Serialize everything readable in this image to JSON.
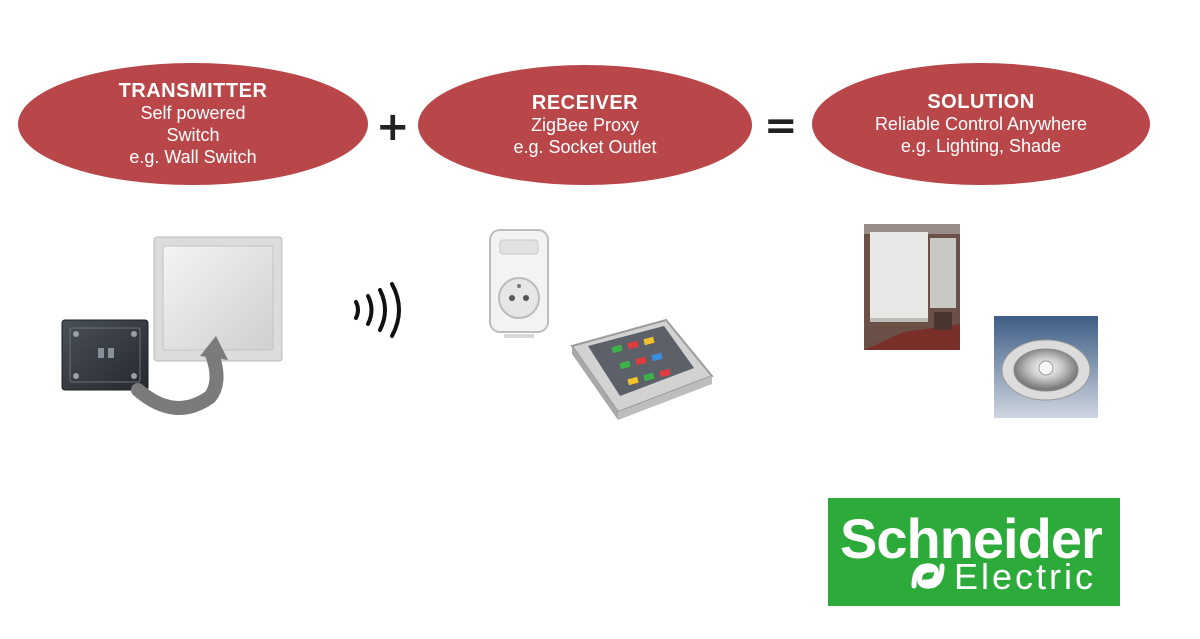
{
  "transmitter": {
    "heading": "TRANSMITTER",
    "lines": [
      "Self powered",
      "Switch",
      "e.g. Wall Switch"
    ]
  },
  "receiver": {
    "heading": "RECEIVER",
    "lines": [
      "ZigBee Proxy",
      "e.g. Socket Outlet"
    ]
  },
  "solution": {
    "heading": "SOLUTION",
    "lines": [
      "Reliable Control Anywhere",
      "e.g. Lighting, Shade"
    ]
  },
  "operators": {
    "plus": "+",
    "equals": "="
  },
  "logo": {
    "brand": "Schneider",
    "sub": "Electric"
  },
  "colors": {
    "oval": "#b9474a",
    "logo_green": "#2cab3a"
  },
  "icons": [
    "wall-switch-icon",
    "radio-waves-icon",
    "socket-outlet-icon",
    "controller-module-icon",
    "window-shade-icon",
    "ceiling-light-icon",
    "schneider-logo-mark-icon"
  ]
}
